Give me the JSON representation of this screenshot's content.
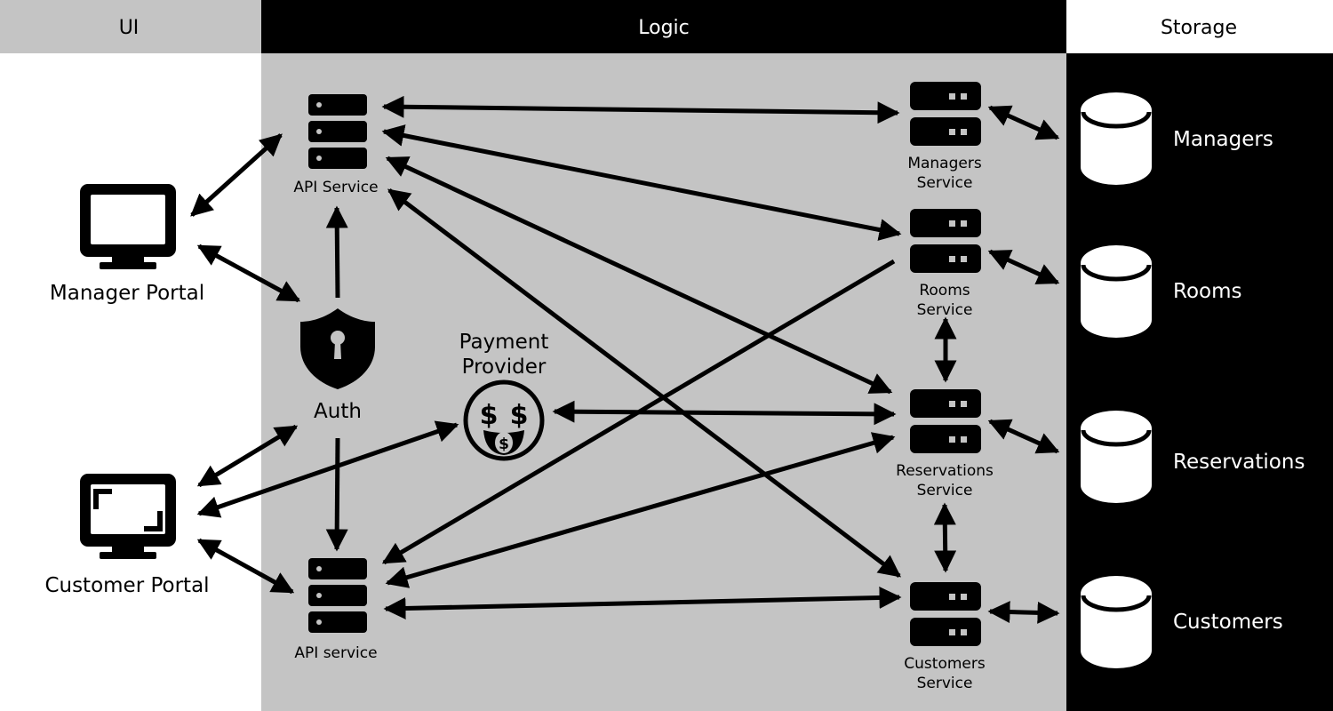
{
  "columns": {
    "ui": "UI",
    "logic": "Logic",
    "storage": "Storage"
  },
  "ui_nodes": {
    "manager_portal": "Manager Portal",
    "customer_portal": "Customer Portal"
  },
  "logic_nodes": {
    "api_service_top": "API Service",
    "api_service_bottom": "API service",
    "auth": "Auth",
    "payment_provider": [
      "Payment",
      "Provider"
    ],
    "managers_service": [
      "Managers",
      "Service"
    ],
    "rooms_service": [
      "Rooms",
      "Service"
    ],
    "reservations_service": [
      "Reservations",
      "Service"
    ],
    "customers_service": [
      "Customers",
      "Service"
    ]
  },
  "storage_nodes": {
    "managers": "Managers",
    "rooms": "Rooms",
    "reservations": "Reservations",
    "customers": "Customers"
  },
  "colors": {
    "ui_header_bg": "#c4c4c4",
    "ui_bg": "#ffffff",
    "logic_header_bg": "#000000",
    "logic_bg": "#c4c4c4",
    "storage_header_bg": "#ffffff",
    "storage_bg": "#000000",
    "ink": "#000000",
    "inverse": "#ffffff"
  },
  "icons": {
    "monitor": "monitor-icon",
    "server": "server-icon",
    "shield": "shield-lock-icon",
    "money_face": "money-mouth-face-icon",
    "database": "database-cylinder-icon"
  }
}
